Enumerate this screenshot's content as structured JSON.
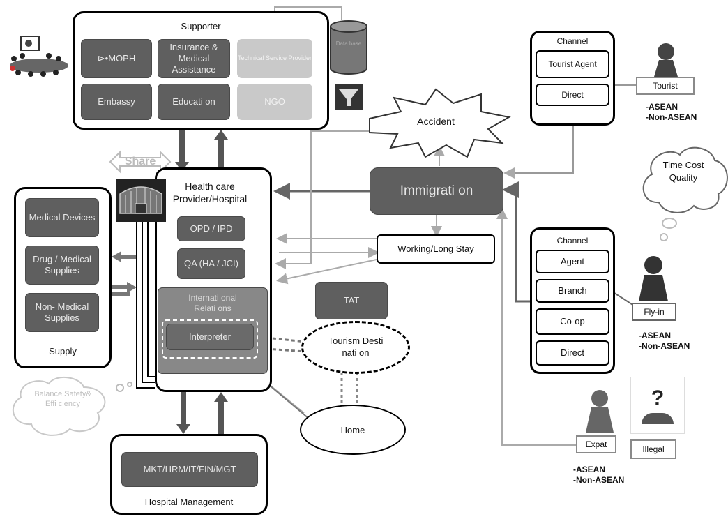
{
  "supporter": {
    "title": "Supporter",
    "items": [
      "⊳•MOPH",
      "Insurance & Medical Assistance",
      "Technical Service Provider",
      "Embassy",
      "Educati on",
      "NGO"
    ],
    "database_label": "Data base"
  },
  "provider": {
    "title": "Health care Provider/Hospital",
    "opd": "OPD / IPD",
    "qa": "QA (HA / JCI)",
    "intl": "Internati onal Relati ons",
    "interpreter": "Interpreter",
    "share": "Share"
  },
  "supply": {
    "title": "Supply",
    "items": [
      "Medical Devices",
      "Drug / Medical Supplies",
      "Non- Medical Supplies"
    ]
  },
  "management": {
    "title": "Hospital Management",
    "item": "MKT/HRM/IT/FIN/MGT"
  },
  "immigration": "Immigrati on",
  "accident": "Accident",
  "working": "Working/Long Stay",
  "tat": "TAT",
  "tourism": "Tourism Desti nati on",
  "home": "Home",
  "cloud_tcq": "Time Cost Quality",
  "cloud_bse": "Balance Safety& Effi ciency",
  "channel_top": {
    "title": "Channel",
    "items": [
      "Tourist Agent",
      "Direct"
    ]
  },
  "channel_mid": {
    "title": "Channel",
    "items": [
      "Agent",
      "Branch",
      "Co-op",
      "Direct"
    ]
  },
  "tourist": {
    "label": "Tourist",
    "groups": [
      "-ASEAN",
      "-Non-ASEAN"
    ]
  },
  "flyin": {
    "label": "Fly-in",
    "groups": [
      "-ASEAN",
      "-Non-ASEAN"
    ]
  },
  "expat": {
    "label": "Expat",
    "groups": [
      "-ASEAN",
      "-Non-ASEAN"
    ]
  },
  "illegal": {
    "label": "Illegal",
    "symbol": "?"
  },
  "icons": [
    "meeting-icon",
    "database-icon",
    "funnel-icon",
    "hospital-building-icon",
    "person-icon",
    "question-mark-icon"
  ]
}
